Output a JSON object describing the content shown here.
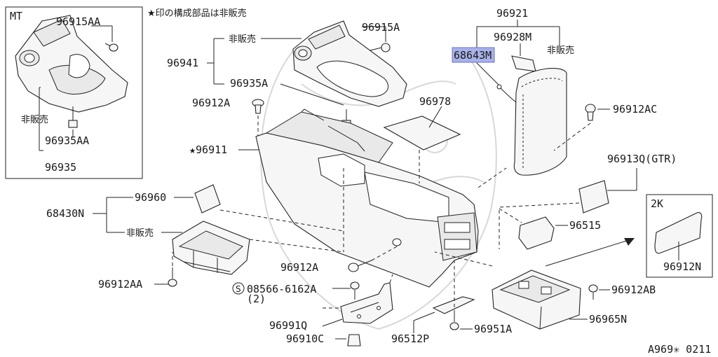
{
  "header_note": "★印の構成部品は非販売",
  "diagram_code": "A969✳ 0211",
  "inset_mt": {
    "title": "MT",
    "labels": {
      "clip": "96915AA",
      "not_sold": "非販売",
      "retainer": "96935AA",
      "assy": "96935"
    }
  },
  "inset_2k": {
    "title": "2K",
    "part": "96912N"
  },
  "labels": {
    "p96921": "96921",
    "p96915A": "96915A",
    "not_sold_top": "非販売",
    "p96928M": "96928M",
    "p68643M": "68643M",
    "not_sold_right": "非販売",
    "p96941": "96941",
    "p96935A": "96935A",
    "p96912A_top": "96912A",
    "p96978": "96978",
    "p96912AC": "96912AC",
    "p96911": "★96911",
    "p96913Q": "96913Q(GTR)",
    "p68430N": "68430N",
    "p96960": "96960",
    "not_sold_left": "非販売",
    "p96515": "96515",
    "p96912A_mid": "96912A",
    "p96912AA": "96912AA",
    "screw_spec": "08566-6162A",
    "screw_qty": "(2)",
    "screw_prefix": "S",
    "p96912AB": "96912AB",
    "p96991Q": "96991Q",
    "p96910C": "96910C",
    "p96965N": "96965N",
    "p96512P": "96512P",
    "p96951A": "96951A"
  },
  "highlight_color": "#a9b2e8"
}
